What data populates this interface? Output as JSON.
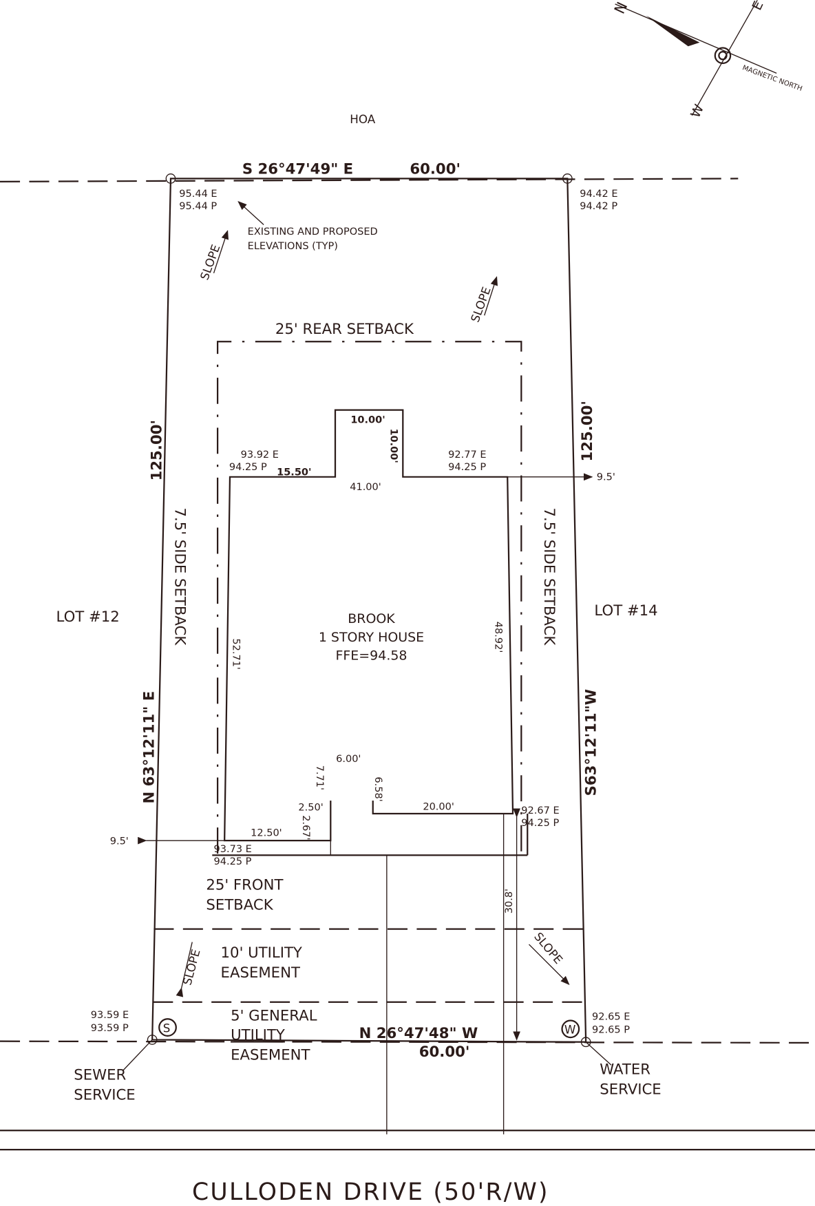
{
  "compass": {
    "n": "N",
    "e": "E",
    "w": "W",
    "label": "MAGNETIC NORTH"
  },
  "hoa": "HOA",
  "rear_bearing": "S 26°47'49\" E",
  "rear_length": "60.00'",
  "front_bearing": "N 26°47'48\" W",
  "front_length": "60.00'",
  "left_bearing": "N 63°12'11\" E",
  "right_bearing": "S63°12'11\"W",
  "left_length": "125.00'",
  "right_length": "125.00'",
  "elevations": {
    "tl_e": "95.44 E",
    "tl_p": "95.44 P",
    "tr_e": "94.42 E",
    "tr_p": "94.42 P",
    "bl_e": "93.59 E",
    "bl_p": "93.59 P",
    "br_e": "92.65 E",
    "br_p": "92.65 P",
    "house_tl_e": "93.92 E",
    "house_tl_p": "94.25 P",
    "house_tr_e": "92.77 E",
    "house_tr_p": "94.25 P",
    "house_br_e": "92.67 E",
    "house_br_p": "94.25 P",
    "house_bl_e": "93.73 E",
    "house_bl_p": "94.25 P"
  },
  "elev_note": [
    "EXISTING AND PROPOSED",
    "ELEVATIONS (TYP)"
  ],
  "slope": "SLOPE",
  "rear_setback": "25' REAR SETBACK",
  "side_setback": "7.5' SIDE SETBACK",
  "front_setback": [
    "25' FRONT",
    "SETBACK"
  ],
  "utility_easement": [
    "10' UTILITY",
    "EASEMENT"
  ],
  "general_easement": [
    "5' GENERAL",
    "UTILITY",
    "EASEMENT"
  ],
  "lot_left": "LOT #12",
  "lot_right": "LOT #14",
  "house": [
    "BROOK",
    "1 STORY HOUSE",
    "FFE=94.58"
  ],
  "dims": {
    "bump_w": "10.00'",
    "bump_h": "10.00'",
    "top_left": "15.50'",
    "top": "41.00'",
    "left": "52.71'",
    "right": "48.92'",
    "porch_w": "6.00'",
    "porch_l": "7.71'",
    "porch_r": "6.58'",
    "bottom_r": "20.00'",
    "jog": "2.50'",
    "jog_h": "2.67'",
    "bottom_l": "12.50'",
    "off_r": "9.5'",
    "off_l": "9.5'",
    "drive": "30.8'"
  },
  "sewer": [
    "SEWER",
    "SERVICE"
  ],
  "water": [
    "WATER",
    "SERVICE"
  ],
  "sewer_symbol": "S",
  "water_symbol": "W",
  "street": "CULLODEN DRIVE (50'R/W)"
}
